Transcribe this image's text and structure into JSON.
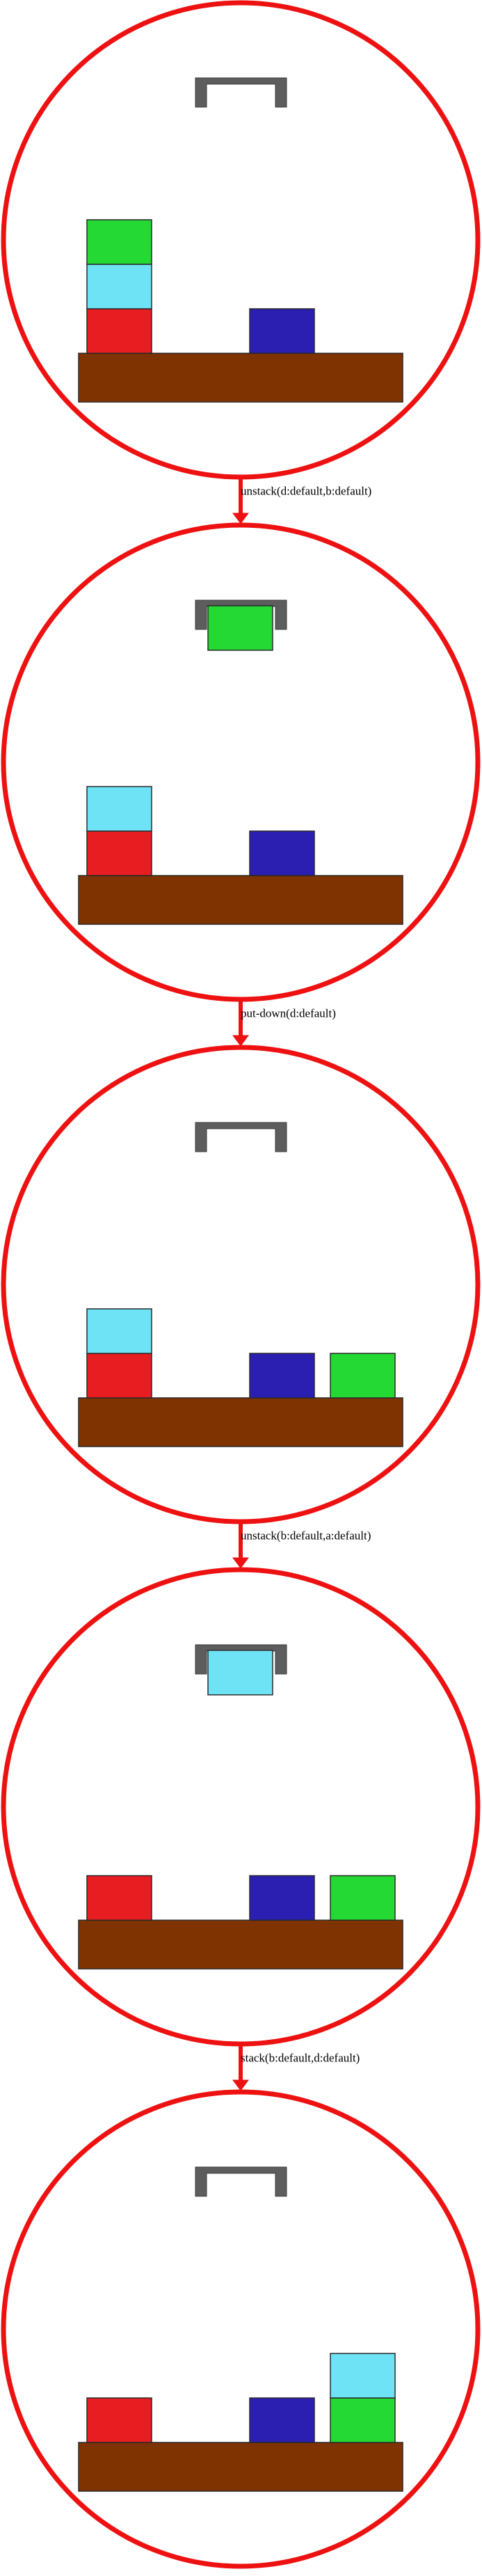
{
  "diagram": {
    "type": "state-transition-sequence",
    "colors": {
      "background": "#ffffff",
      "state_border": "#ee1111",
      "transition_arrow": "#ee1111",
      "table": "#7f3300",
      "gripper": "#5d5d5d",
      "block_outline": "#2a2a2a"
    },
    "block_colors": {
      "red": "#e81d22",
      "cyan": "#6fe3f6",
      "green": "#25d934",
      "blue": "#2a1fb0"
    },
    "states": [
      {
        "held": null,
        "table": [
          {
            "stack": [
              "red",
              "cyan",
              "green"
            ]
          },
          {
            "stack": []
          },
          {
            "stack": [
              "blue"
            ]
          },
          {
            "stack": []
          }
        ]
      },
      {
        "held": "green",
        "table": [
          {
            "stack": [
              "red",
              "cyan"
            ]
          },
          {
            "stack": []
          },
          {
            "stack": [
              "blue"
            ]
          },
          {
            "stack": []
          }
        ]
      },
      {
        "held": null,
        "table": [
          {
            "stack": [
              "red",
              "cyan"
            ]
          },
          {
            "stack": []
          },
          {
            "stack": [
              "blue"
            ]
          },
          {
            "stack": [
              "green"
            ]
          }
        ]
      },
      {
        "held": "cyan",
        "table": [
          {
            "stack": [
              "red"
            ]
          },
          {
            "stack": []
          },
          {
            "stack": [
              "blue"
            ]
          },
          {
            "stack": [
              "green"
            ]
          }
        ]
      },
      {
        "held": null,
        "table": [
          {
            "stack": [
              "red"
            ]
          },
          {
            "stack": []
          },
          {
            "stack": [
              "blue"
            ]
          },
          {
            "stack": [
              "green",
              "cyan"
            ]
          }
        ]
      }
    ],
    "transitions": [
      {
        "label": "unstack(d:default,b:default)"
      },
      {
        "label": "put-down(d:default)"
      },
      {
        "label": "unstack(b:default,a:default)"
      },
      {
        "label": "stack(b:default,d:default)"
      }
    ]
  }
}
